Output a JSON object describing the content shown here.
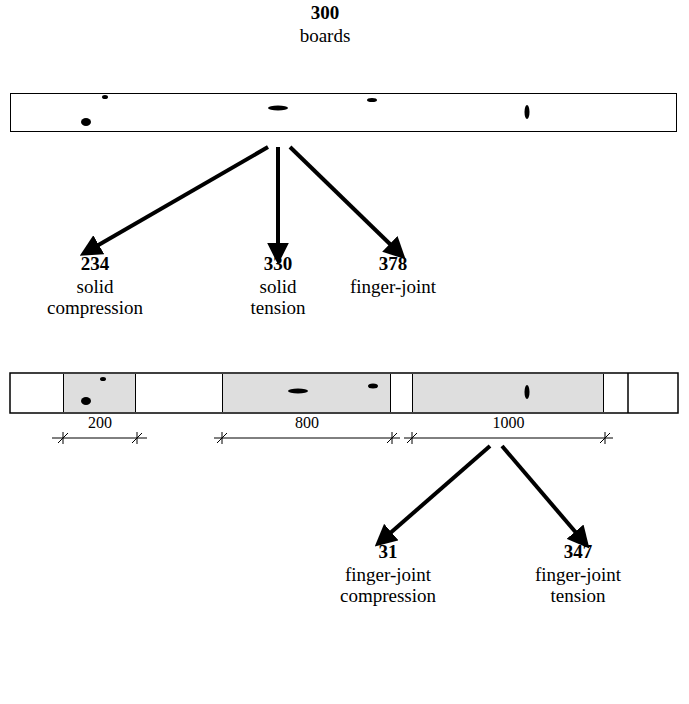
{
  "diagram": {
    "nodes": [
      {
        "text": [
          "300",
          "boards"
        ]
      },
      {
        "text": [
          "234",
          "solid compression"
        ]
      },
      {
        "text": [
          "330",
          "solid tension"
        ]
      },
      {
        "text": [
          "378",
          "finger-joint"
        ]
      },
      {
        "text": [
          "200"
        ]
      },
      {
        "text": [
          "800"
        ]
      },
      {
        "text": [
          "1000"
        ]
      },
      {
        "text": [
          "31",
          "finger-joint compression"
        ]
      },
      {
        "text": [
          "347",
          "finger-joint tension"
        ]
      }
    ],
    "edges": [
      {
        "from": 0,
        "to": 1,
        "arrow": "to"
      },
      {
        "from": 0,
        "to": 2,
        "arrow": "to"
      },
      {
        "from": 0,
        "to": 3,
        "arrow": "to"
      },
      {
        "from": 6,
        "to": 7,
        "arrow": "to"
      },
      {
        "from": 6,
        "to": 8,
        "arrow": "to"
      }
    ]
  }
}
